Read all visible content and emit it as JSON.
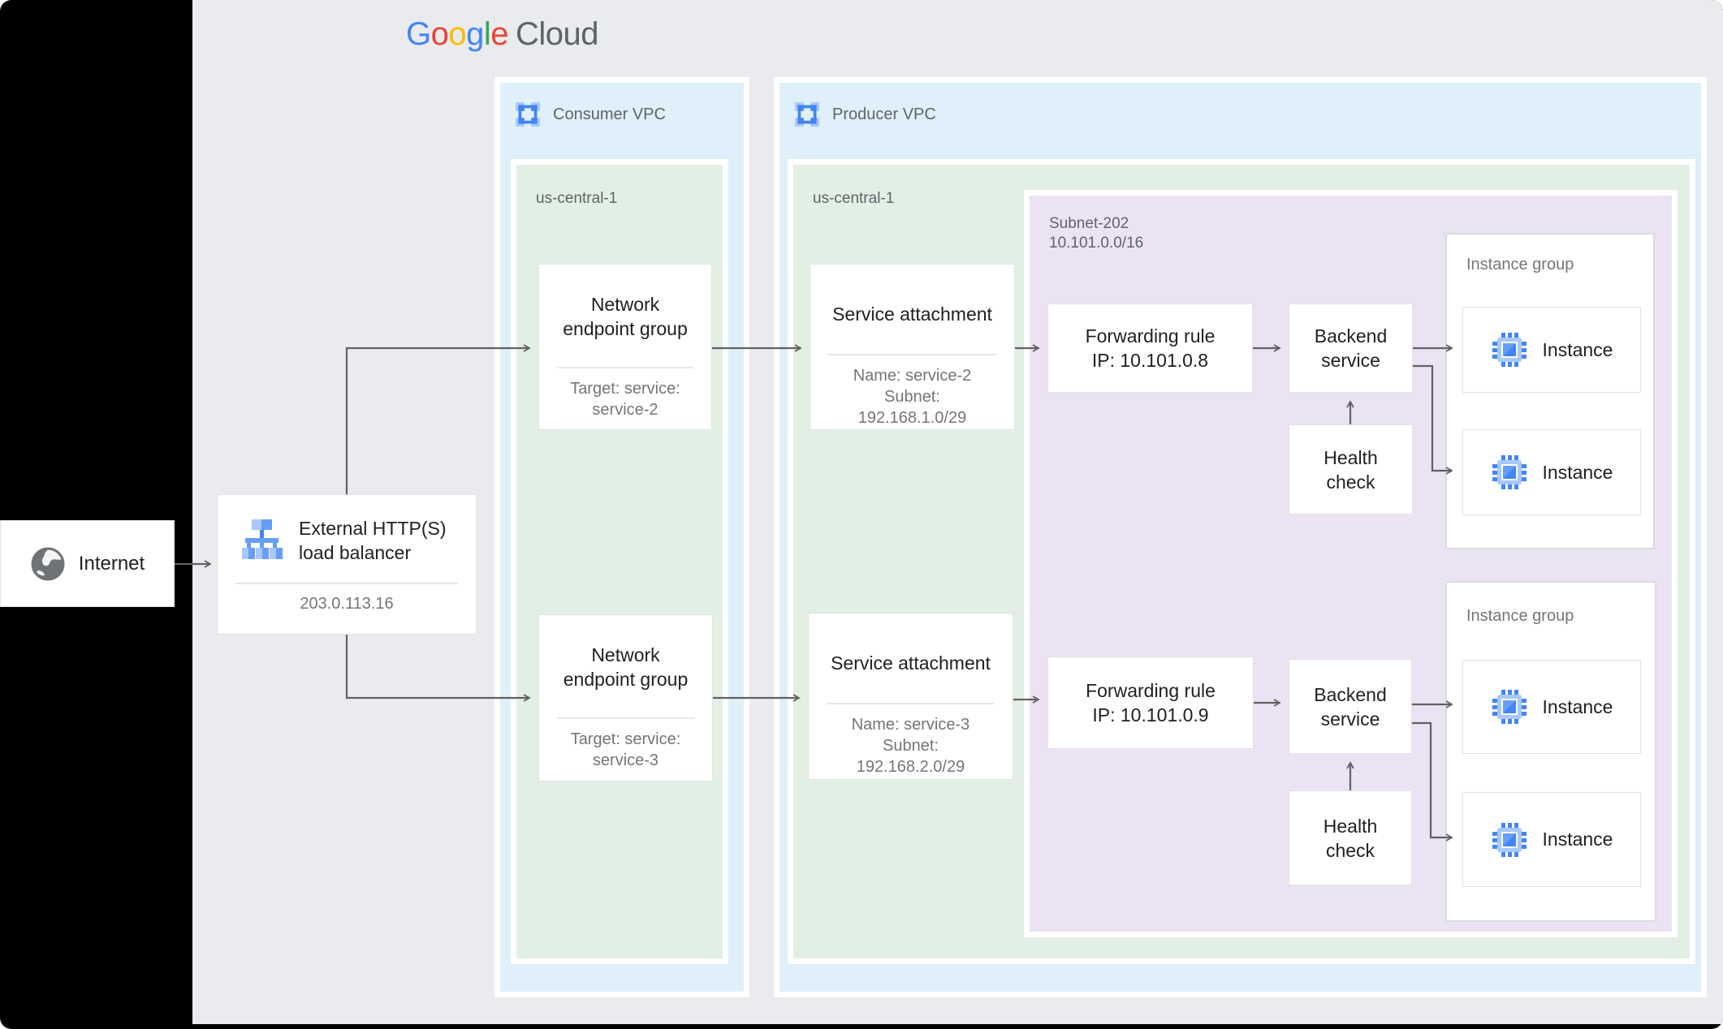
{
  "colors": {
    "canvas_gray": "#e9ebee",
    "vpc_blue": "#dff0fa",
    "zone_green": "#e2efe5",
    "subnet_purple": "#ebe3f3",
    "arrow_gray": "#616161",
    "title_text": "#212121",
    "secondary_text": "#757575",
    "brand_blue": "#4285F4",
    "brand_red": "#EA4335",
    "brand_yellow": "#FBBC04",
    "brand_green": "#34A853"
  },
  "logo": {
    "letters": [
      "G",
      "o",
      "o",
      "g",
      "l",
      "e"
    ],
    "suffix": "Cloud"
  },
  "internet": {
    "label": "Internet",
    "icon": "globe-icon"
  },
  "load_balancer": {
    "icon": "load-balancer-icon",
    "title_lines": [
      "External HTTP(S)",
      "load balancer"
    ],
    "ip": "203.0.113.16"
  },
  "consumer_vpc": {
    "label": "Consumer VPC",
    "icon": "vpc-icon",
    "region": "us-central-1",
    "negs": [
      {
        "title_lines": [
          "Network",
          "endpoint group"
        ],
        "detail_lines": [
          "Target: service:",
          "service-2"
        ]
      },
      {
        "title_lines": [
          "Network",
          "endpoint group"
        ],
        "detail_lines": [
          "Target: service:",
          "service-3"
        ]
      }
    ]
  },
  "producer_vpc": {
    "label": "Producer VPC",
    "icon": "vpc-icon",
    "region": "us-central-1",
    "subnet": {
      "name": "Subnet-202",
      "cidr": "10.101.0.0/16"
    },
    "service_attachments": [
      {
        "title": "Service attachment",
        "detail_lines": [
          "Name: service-2",
          "Subnet:",
          "192.168.1.0/29"
        ]
      },
      {
        "title": "Service attachment",
        "detail_lines": [
          "Name: service-3",
          "Subnet:",
          "192.168.2.0/29"
        ]
      }
    ],
    "forwarding_rules": [
      {
        "lines": [
          "Forwarding rule",
          "IP: 10.101.0.8"
        ]
      },
      {
        "lines": [
          "Forwarding rule",
          "IP: 10.101.0.9"
        ]
      }
    ],
    "backend_service": {
      "lines": [
        "Backend",
        "service"
      ]
    },
    "health_check": {
      "lines": [
        "Health",
        "check"
      ]
    },
    "instance_groups": [
      {
        "label": "Instance group",
        "instances": [
          "Instance",
          "Instance"
        ],
        "icon": "compute-instance-icon"
      },
      {
        "label": "Instance group",
        "instances": [
          "Instance",
          "Instance"
        ],
        "icon": "compute-instance-icon"
      }
    ]
  }
}
